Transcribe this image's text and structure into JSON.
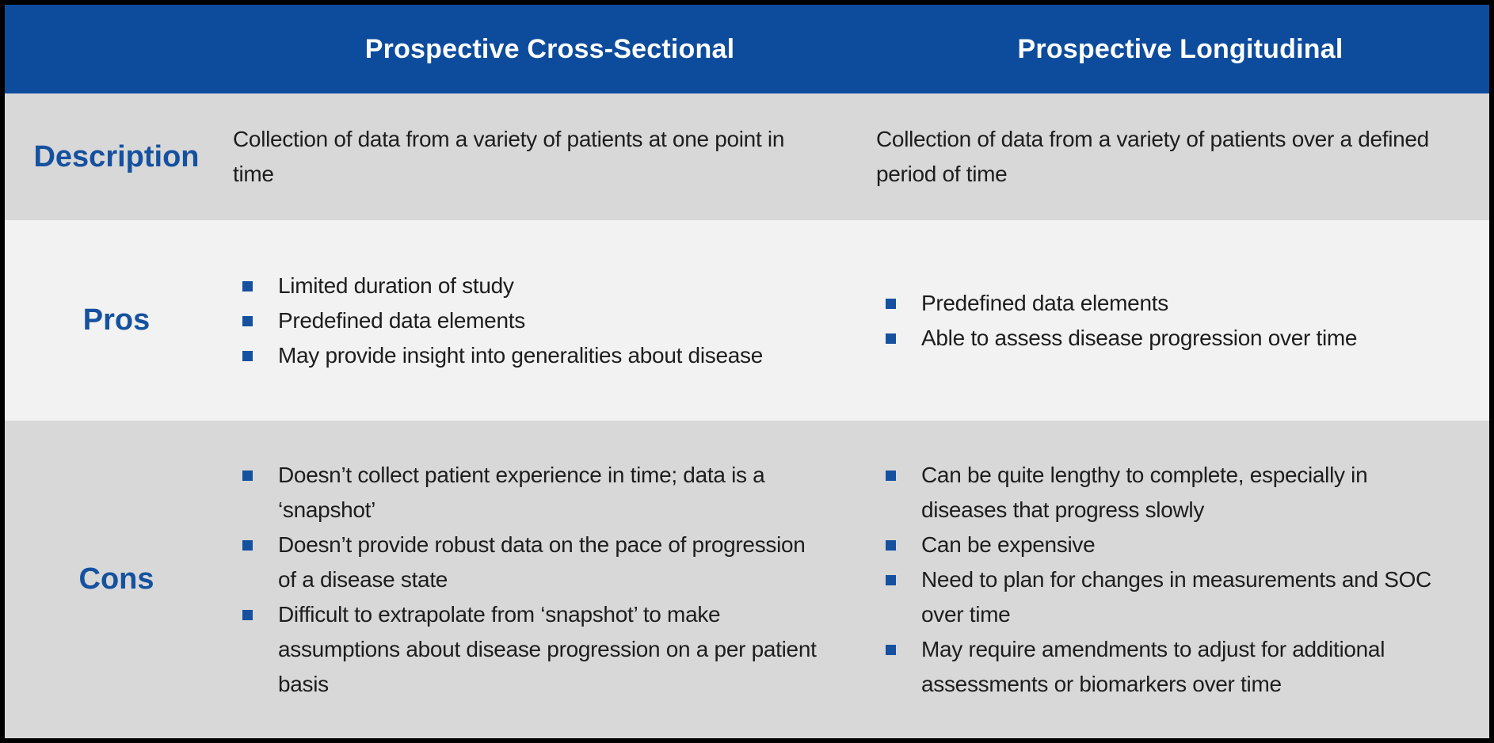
{
  "colors": {
    "header_bg": "#0D4C9C",
    "accent_blue": "#15519F",
    "row_gray": "#D8D8D8",
    "row_light": "#F2F2F2",
    "body_text": "#1D1D1D",
    "border": "#000000"
  },
  "table": {
    "columns": [
      "Prospective Cross-Sectional",
      "Prospective Longitudinal"
    ],
    "rows": [
      {
        "label": "Description",
        "cross_sectional": {
          "text": "Collection of data from a variety of patients at one point in time"
        },
        "longitudinal": {
          "text": "Collection of data from a variety of patients over a defined period of time"
        }
      },
      {
        "label": "Pros",
        "cross_sectional": {
          "items": [
            "Limited duration of study",
            "Predefined data elements",
            "May provide insight into generalities about disease"
          ]
        },
        "longitudinal": {
          "items": [
            "Predefined data elements",
            "Able to assess disease progression over time"
          ]
        }
      },
      {
        "label": "Cons",
        "cross_sectional": {
          "items": [
            "Doesn’t collect patient experience in time; data is a ‘snapshot’",
            "Doesn’t provide robust data on the pace of progression of a disease state",
            "Difficult to extrapolate from ‘snapshot’ to make assumptions about disease progression on a per patient basis"
          ]
        },
        "longitudinal": {
          "items": [
            "Can be quite lengthy to complete, especially in diseases that progress slowly",
            "Can be expensive",
            "Need to plan for changes in measurements and SOC over time",
            "May require amendments to adjust for additional assessments or biomarkers over time"
          ]
        }
      }
    ]
  }
}
